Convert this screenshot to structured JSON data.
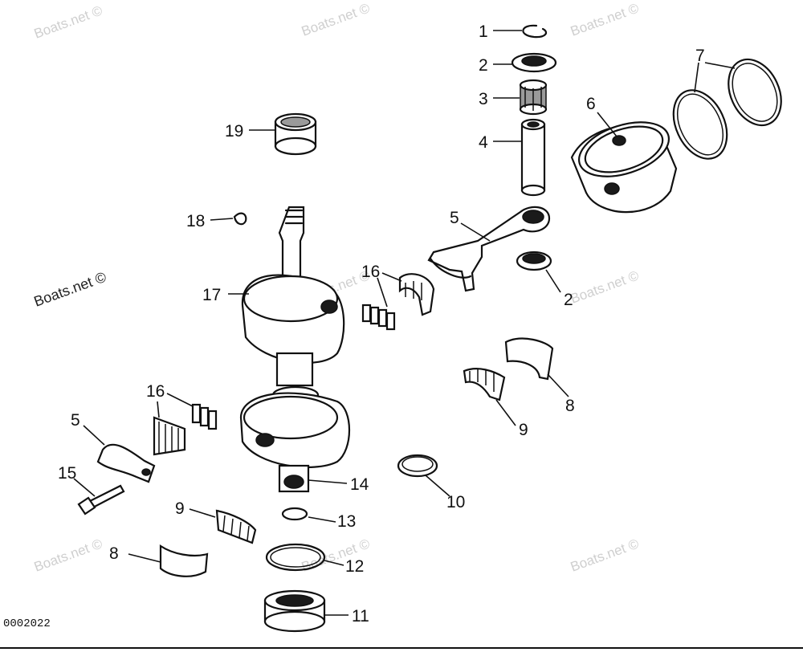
{
  "diagram": {
    "watermark": "Boats.net ©",
    "code": "0002022",
    "callouts": {
      "c1": "1",
      "c2a": "2",
      "c3": "3",
      "c4": "4",
      "c5a": "5",
      "c6": "6",
      "c7": "7",
      "c2b": "2",
      "c16a": "16",
      "c17": "17",
      "c18": "18",
      "c19": "19",
      "c16b": "16",
      "c5b": "5",
      "c15": "15",
      "c14": "14",
      "c13": "13",
      "c12": "12",
      "c11": "11",
      "c10": "10",
      "c9a": "9",
      "c8a": "8",
      "c9b": "9",
      "c8b": "8"
    }
  }
}
